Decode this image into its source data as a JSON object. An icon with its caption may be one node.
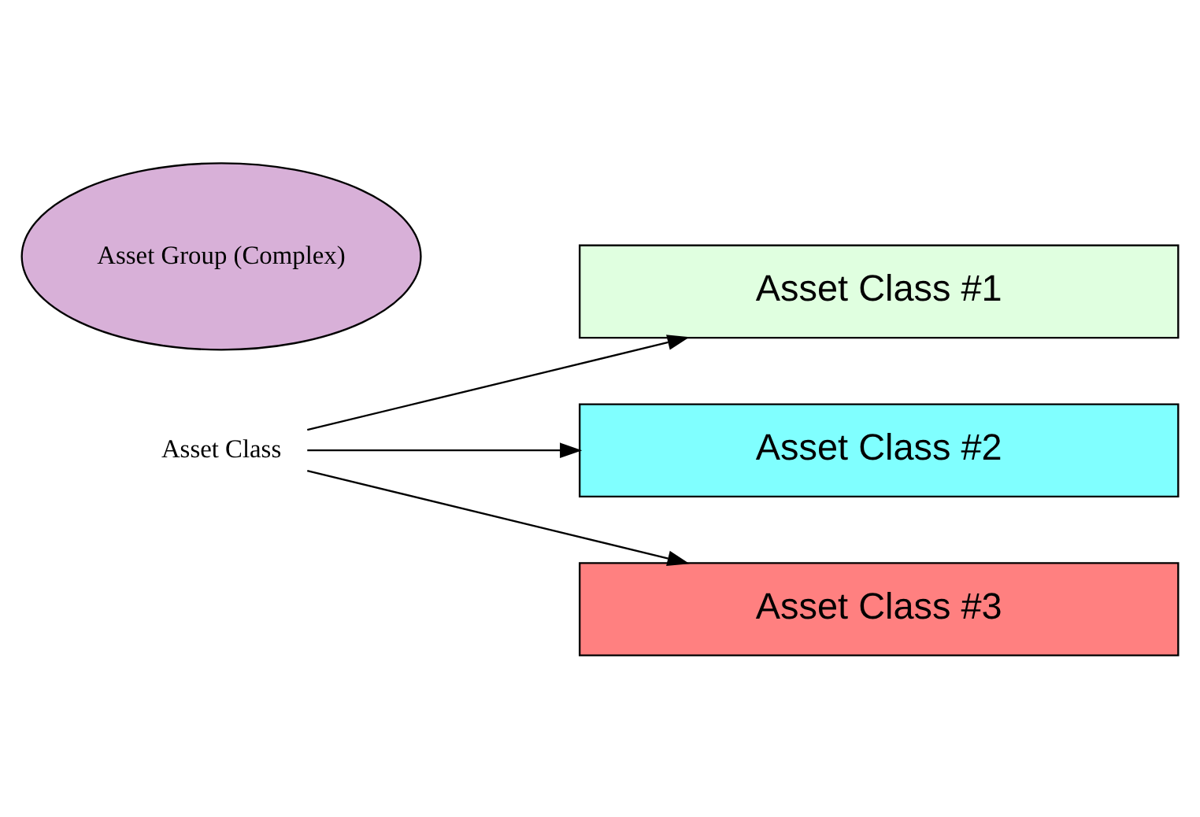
{
  "diagram": {
    "nodes": [
      {
        "text": [
          "Asset Class"
        ]
      },
      {
        "text": [
          "Asset Class #1"
        ]
      },
      {
        "text": [
          "Asset Class #2"
        ]
      },
      {
        "text": [
          "Asset Class #3"
        ]
      },
      {
        "text": [
          "Asset Group (Complex)"
        ]
      }
    ],
    "edges": [
      {
        "from": 0,
        "to": 1,
        "arrow": "to"
      },
      {
        "from": 0,
        "to": 2,
        "arrow": "to"
      },
      {
        "from": 0,
        "to": 3,
        "arrow": "to"
      }
    ]
  }
}
